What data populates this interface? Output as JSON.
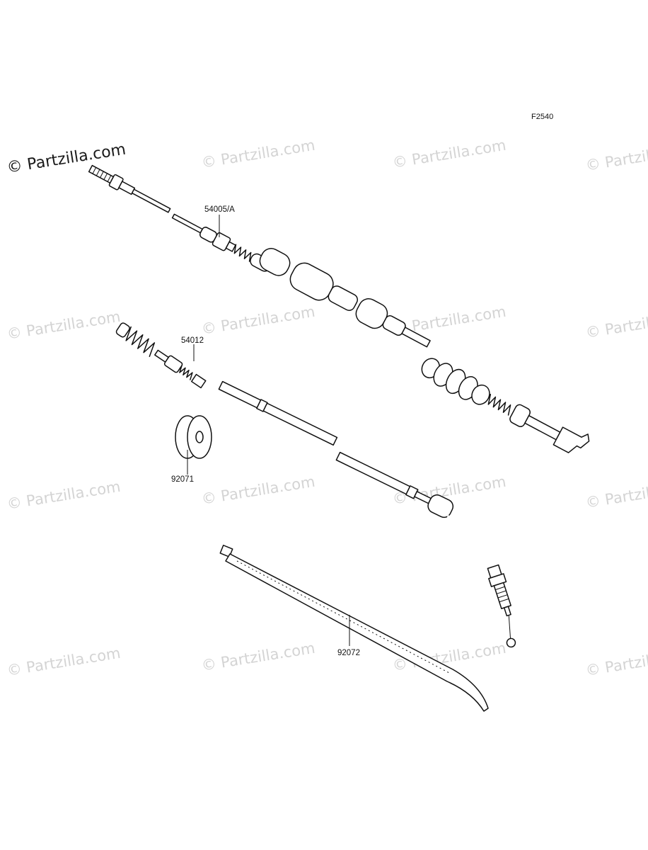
{
  "figure_code": "F2540",
  "watermark_text": "© Partzilla.com",
  "parts": [
    {
      "id": "throttle-cable-upper",
      "label": "54005/A"
    },
    {
      "id": "throttle-cable-lower",
      "label": "54012"
    },
    {
      "id": "grommet",
      "label": "92071"
    },
    {
      "id": "cable-tie",
      "label": "92072"
    }
  ]
}
